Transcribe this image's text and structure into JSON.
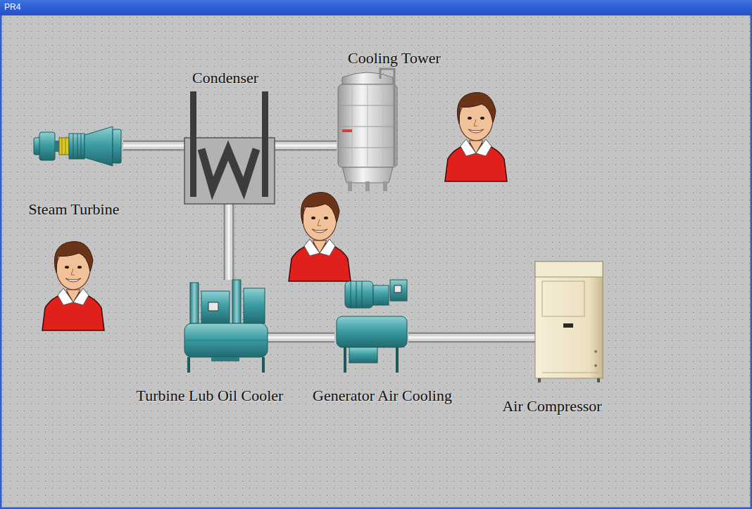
{
  "diagram": {
    "title": "PR4",
    "nodes": [
      {
        "text": [
          "Steam Turbine"
        ]
      },
      {
        "text": [
          "Condenser"
        ]
      },
      {
        "text": [
          "Cooling Tower"
        ]
      },
      {
        "text": [
          "Turbine Lub Oil Cooler"
        ]
      },
      {
        "text": [
          "Generator Air Cooling"
        ]
      },
      {
        "text": [
          "Air Compressor"
        ]
      }
    ],
    "edges": [
      {
        "from": 0,
        "to": 1,
        "arrow": "none"
      },
      {
        "from": 1,
        "to": 2,
        "arrow": "none"
      },
      {
        "from": 1,
        "to": 3,
        "arrow": "none"
      },
      {
        "from": 3,
        "to": 4,
        "arrow": "none"
      },
      {
        "from": 4,
        "to": 5,
        "arrow": "none"
      }
    ]
  }
}
